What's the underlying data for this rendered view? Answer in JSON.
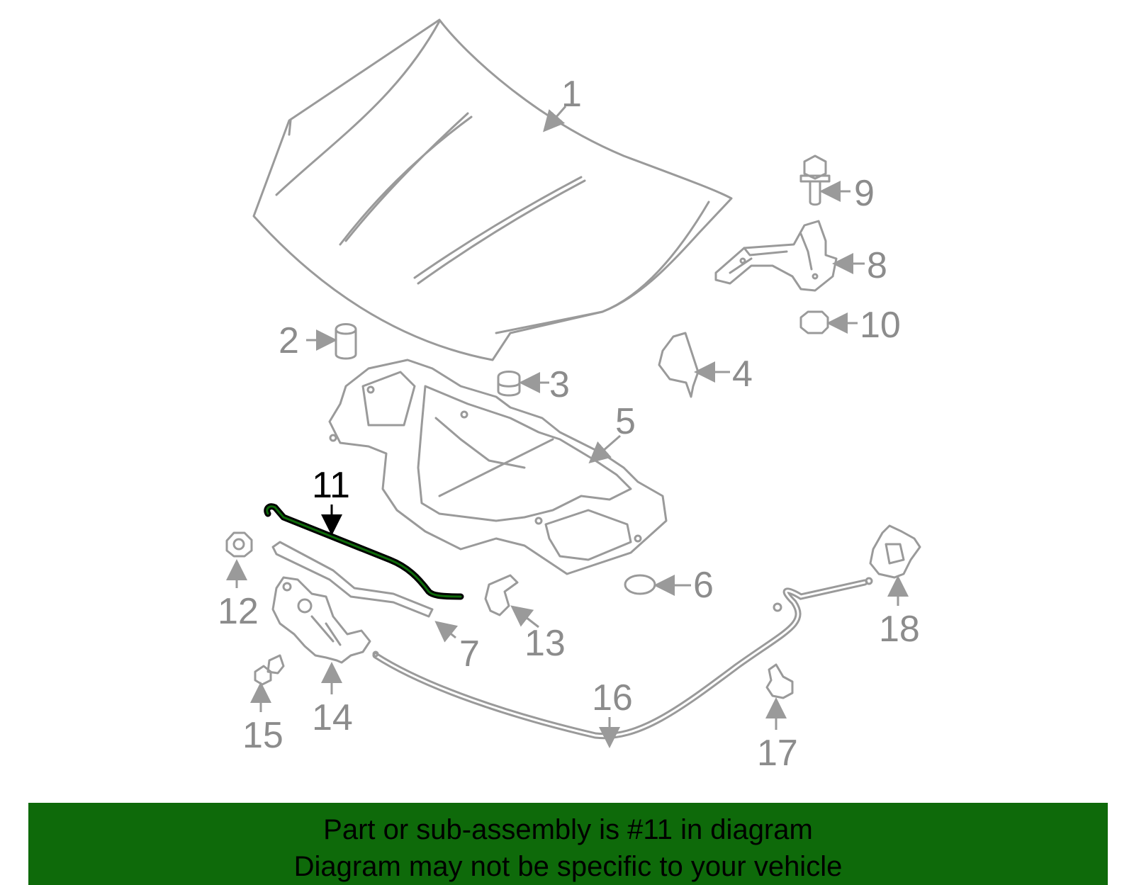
{
  "diagram": {
    "highlight_color": "#0e6a0a",
    "line_color": "#9a9a9a",
    "highlighted_part": "11",
    "callouts": [
      "1",
      "2",
      "3",
      "4",
      "5",
      "6",
      "7",
      "8",
      "9",
      "10",
      "11",
      "12",
      "13",
      "14",
      "15",
      "16",
      "17",
      "18"
    ]
  },
  "banner": {
    "line1": "Part or sub-assembly is #11 in diagram",
    "line2": "Diagram may not be specific to your vehicle",
    "background": "#0e6a0a"
  }
}
